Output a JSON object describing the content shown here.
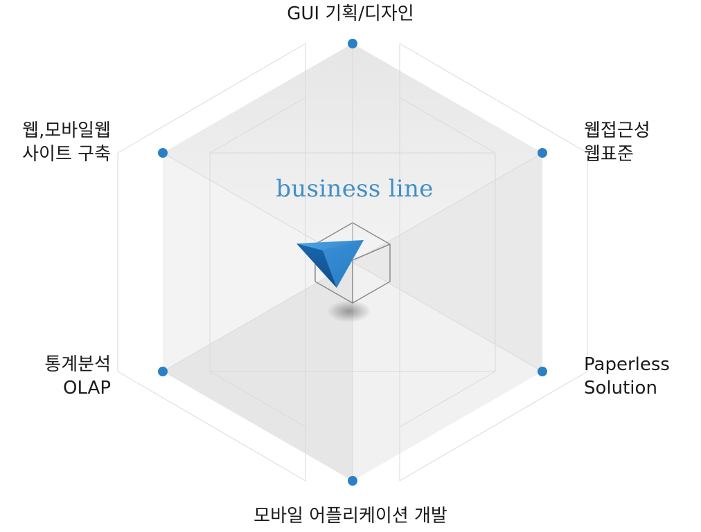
{
  "diagram": {
    "center_title": "business line",
    "nodes": [
      {
        "id": "top",
        "lines": [
          "GUI 기획/디자인"
        ]
      },
      {
        "id": "top-right",
        "lines": [
          "웹접근성",
          "웹표준"
        ]
      },
      {
        "id": "bottom-right",
        "lines": [
          "Paperless",
          "Solution"
        ]
      },
      {
        "id": "bottom",
        "lines": [
          "모바일 어플리케이션 개발"
        ]
      },
      {
        "id": "bottom-left",
        "lines": [
          "통계분석",
          "OLAP"
        ]
      },
      {
        "id": "top-left",
        "lines": [
          "웹,모바일웹",
          "사이트 구축"
        ]
      }
    ],
    "colors": {
      "node_dot": "#2b7fc4",
      "center_title": "#3f8fc7",
      "paper_plane": "#2a7fc8",
      "hexagon_fill": "#ececec",
      "grid_line": "#dcdcdc"
    }
  }
}
